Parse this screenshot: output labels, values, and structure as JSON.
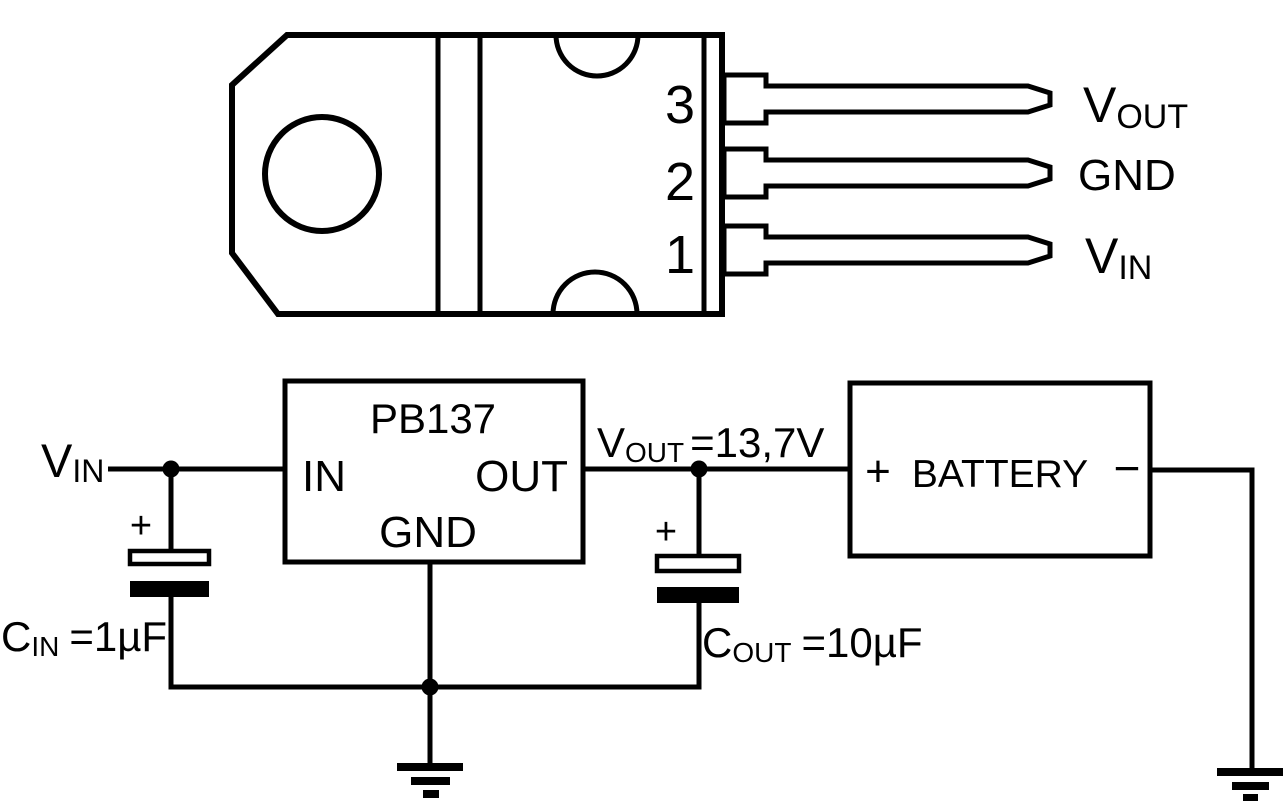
{
  "colors": {
    "ink": "#000000",
    "background": "#ffffff"
  },
  "package": {
    "pins": [
      {
        "number": "3",
        "label_main": "V",
        "label_sub": "OUT"
      },
      {
        "number": "2",
        "label_main": "GND",
        "label_sub": ""
      },
      {
        "number": "1",
        "label_main": "V",
        "label_sub": "IN"
      }
    ]
  },
  "schematic": {
    "vin_label": {
      "main": "V",
      "sub": "IN"
    },
    "regulator": {
      "title": "PB137",
      "pin_in": "IN",
      "pin_out": "OUT",
      "pin_gnd": "GND"
    },
    "vout_label": {
      "main": "V",
      "sub": "OUT",
      "value": "=13,7V"
    },
    "cin": {
      "plus": "+",
      "main": "C",
      "sub": "IN",
      "value": "=1µF"
    },
    "cout": {
      "plus": "+",
      "main": "C",
      "sub": "OUT",
      "value": "=10µF"
    },
    "battery": {
      "plus": "+",
      "label": "BATTERY",
      "minus": "−"
    }
  }
}
